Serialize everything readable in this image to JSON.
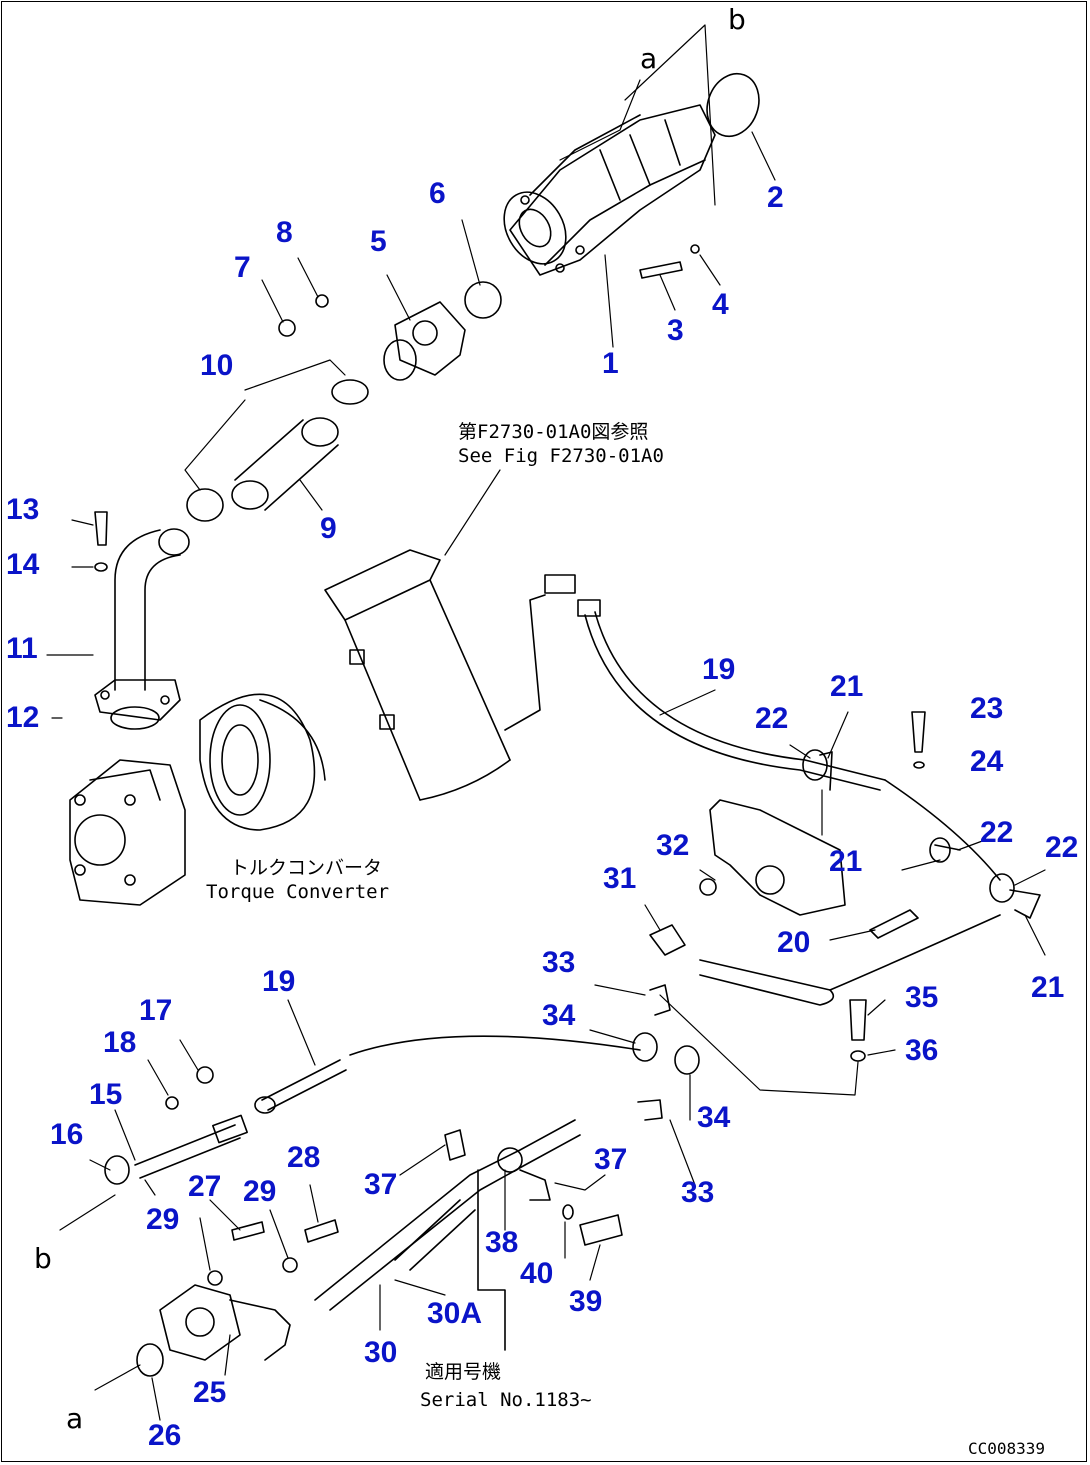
{
  "drawing": {
    "part_labels": [
      "1",
      "2",
      "3",
      "4",
      "5",
      "6",
      "7",
      "8",
      "9",
      "10",
      "11",
      "12",
      "13",
      "14",
      "15",
      "16",
      "17",
      "18",
      "19",
      "19",
      "20",
      "21",
      "21",
      "21",
      "22",
      "22",
      "22",
      "23",
      "24",
      "25",
      "26",
      "27",
      "28",
      "29",
      "29",
      "30",
      "30A",
      "31",
      "32",
      "33",
      "33",
      "34",
      "34",
      "35",
      "36",
      "37",
      "37",
      "38",
      "39",
      "40"
    ],
    "direction_marks": [
      "a",
      "b",
      "a",
      "b"
    ],
    "notes": {
      "ref_jp": "第F2730-01A0図参照",
      "ref_en": "See Fig F2730-01A0",
      "torque_jp": "トルクコンバータ",
      "torque_en": "Torque Converter",
      "serial_jp": "適用号機",
      "serial_en": "Serial No.1183~"
    },
    "drawing_code": "CC008339"
  }
}
